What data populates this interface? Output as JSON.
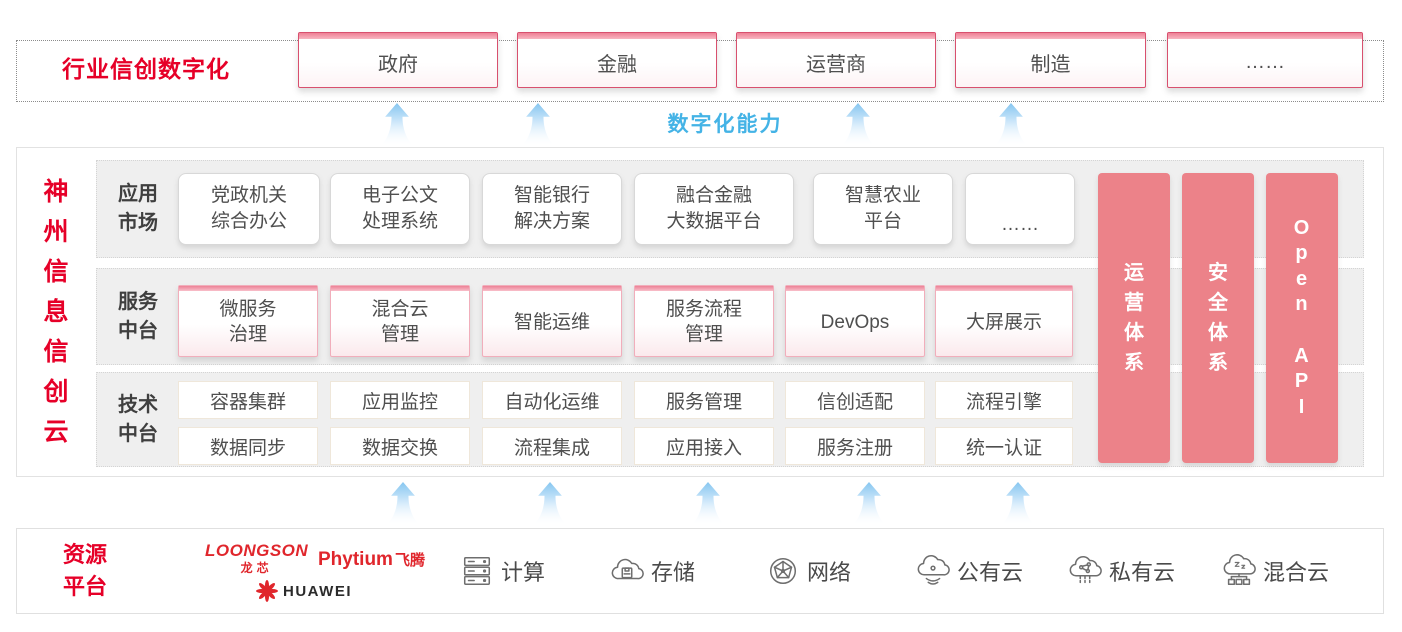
{
  "top_band": {
    "label": "行业信创数字化",
    "items": [
      "政府",
      "金融",
      "运营商",
      "制造",
      "……"
    ]
  },
  "capability_label": "数字化能力",
  "cloud": {
    "side_label": "神\n州\n信\n息\n信\n创\n云",
    "rows": [
      {
        "label": "应用\n市场",
        "items": [
          "党政机关\n综合办公",
          "电子公文\n处理系统",
          "智能银行\n解决方案",
          "融合金融\n大数据平台",
          "智慧农业\n平台",
          "……"
        ]
      },
      {
        "label": "服务\n中台",
        "items": [
          "微服务\n治理",
          "混合云\n管理",
          "智能运维",
          "服务流程\n管理",
          "DevOps",
          "大屏展示"
        ]
      },
      {
        "label": "技术\n中台",
        "items_top": [
          "容器集群",
          "应用监控",
          "自动化运维",
          "服务管理",
          "信创适配",
          "流程引擎"
        ],
        "items_bottom": [
          "数据同步",
          "数据交换",
          "流程集成",
          "应用接入",
          "服务注册",
          "统一认证"
        ]
      }
    ],
    "pillars": [
      {
        "name": "operation-system",
        "label": "运\n营\n体\n系"
      },
      {
        "name": "security-system",
        "label": "安\n全\n体\n系"
      },
      {
        "name": "open-api",
        "label": "O\np\ne\nn\n\nA\nP\nI"
      }
    ]
  },
  "resources": {
    "label": "资源\n平台",
    "vendors": {
      "loongson": "LOONGSON",
      "loongson_cn": "龙芯",
      "phytium": "Phytium",
      "phytium_cn": "飞腾",
      "huawei": "HUAWEI"
    },
    "items": [
      {
        "label": "计算"
      },
      {
        "label": "存储"
      },
      {
        "label": "网络"
      },
      {
        "label": "公有云"
      },
      {
        "label": "私有云"
      },
      {
        "label": "混合云"
      }
    ]
  },
  "colors": {
    "brand_red": "#e60028",
    "pillar_pink": "#ec8289",
    "capability_blue": "#44b3e6"
  }
}
